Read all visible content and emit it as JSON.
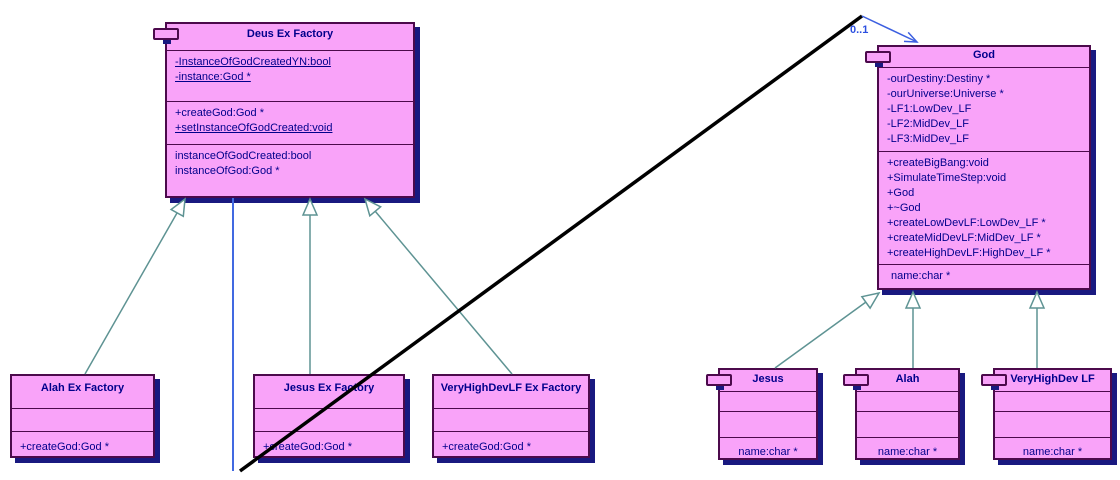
{
  "diagram": {
    "type": "uml-class-diagram",
    "association_multiplicity": "0..1"
  },
  "classes": {
    "deus_factory": {
      "title": "Deus Ex Factory",
      "sections": [
        {
          "name": "attributes",
          "members": [
            {
              "text": "-InstanceOfGodCreatedYN:bool",
              "underline": true
            },
            {
              "text": "-instance:God *",
              "underline": true
            }
          ]
        },
        {
          "name": "operations",
          "members": [
            {
              "text": "+createGod:God *"
            },
            {
              "text": "+setInstanceOfGodCreated:void",
              "underline": true
            }
          ]
        },
        {
          "name": "properties",
          "members": [
            {
              "text": "instanceOfGodCreated:bool"
            },
            {
              "text": "instanceOfGod:God *"
            }
          ]
        }
      ]
    },
    "alah_factory": {
      "title": "Alah Ex Factory",
      "sections": [
        {
          "name": "attributes",
          "members": []
        },
        {
          "name": "operations",
          "members": [
            {
              "text": "+createGod:God *"
            }
          ]
        }
      ]
    },
    "jesus_factory": {
      "title": "Jesus Ex Factory",
      "sections": [
        {
          "name": "attributes",
          "members": []
        },
        {
          "name": "operations",
          "members": [
            {
              "text": "+createGod:God *"
            }
          ]
        }
      ]
    },
    "veryhighdevlf_factory": {
      "title": "VeryHighDevLF Ex Factory",
      "sections": [
        {
          "name": "attributes",
          "members": []
        },
        {
          "name": "operations",
          "members": [
            {
              "text": "+createGod:God *"
            }
          ]
        }
      ]
    },
    "god": {
      "title": "God",
      "sections": [
        {
          "name": "attributes",
          "members": [
            {
              "text": "-ourDestiny:Destiny *"
            },
            {
              "text": "-ourUniverse:Universe *"
            },
            {
              "text": "-LF1:LowDev_LF"
            },
            {
              "text": "-LF2:MidDev_LF"
            },
            {
              "text": "-LF3:MidDev_LF"
            }
          ]
        },
        {
          "name": "operations",
          "members": [
            {
              "text": "+createBigBang:void"
            },
            {
              "text": "+SimulateTimeStep:void"
            },
            {
              "text": "+God"
            },
            {
              "text": "+~God"
            },
            {
              "text": "+createLowDevLF:LowDev_LF *"
            },
            {
              "text": "+createMidDevLF:MidDev_LF *"
            },
            {
              "text": "+createHighDevLF:HighDev_LF *"
            }
          ]
        },
        {
          "name": "properties",
          "members": [
            {
              "text": "name:char *"
            }
          ]
        }
      ]
    },
    "jesus": {
      "title": "Jesus",
      "sections": [
        {
          "name": "attributes",
          "members": []
        },
        {
          "name": "operations",
          "members": []
        },
        {
          "name": "properties",
          "members": [
            {
              "text": "name:char *"
            }
          ]
        }
      ]
    },
    "alah": {
      "title": "Alah",
      "sections": [
        {
          "name": "attributes",
          "members": []
        },
        {
          "name": "operations",
          "members": []
        },
        {
          "name": "properties",
          "members": [
            {
              "text": "name:char *"
            }
          ]
        }
      ]
    },
    "veryhighdev_lf": {
      "title": "VeryHighDev LF",
      "sections": [
        {
          "name": "attributes",
          "members": []
        },
        {
          "name": "operations",
          "members": []
        },
        {
          "name": "properties",
          "members": [
            {
              "text": "name:char *"
            }
          ]
        }
      ]
    }
  },
  "colors": {
    "class_fill": "#f9a3f9",
    "class_border": "#4c0a4c",
    "shadow": "#191980",
    "text": "#00008b",
    "generalization_line": "#5e9393",
    "association_line": "#3c5fe0",
    "crossing_line": "#000000"
  }
}
